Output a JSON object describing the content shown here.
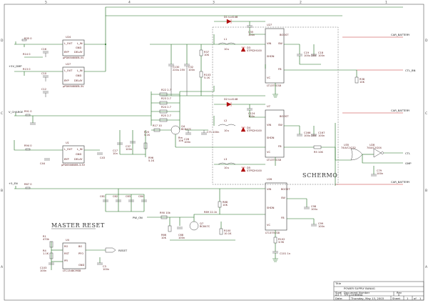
{
  "border": {
    "top_numbers": [
      "5",
      "4",
      "3",
      "2",
      "1"
    ],
    "side_letters": [
      "D",
      "C",
      "B",
      "A"
    ]
  },
  "regulators": [
    {
      "ref": "U24",
      "part": "μPD6508BEB-5V",
      "pins": [
        "L_OUT",
        "L_IN",
        "GND",
        "BYP",
        "DELAY"
      ]
    },
    {
      "ref": "U27",
      "part": "μPD6508BEB-3V",
      "pins": [
        "L_OUT",
        "L_IN",
        "GND",
        "BYP",
        "DELAY"
      ]
    },
    {
      "ref": "U1",
      "part": "μPD6508BEB-3.3V",
      "pins": [
        "L_OUT",
        "L_IN",
        "GND",
        "BYP",
        "DELAY"
      ]
    },
    {
      "ref": "U4",
      "part": "LTC1348CMS8",
      "pins": [
        "RO",
        "BO",
        "RST",
        "PFO",
        "PFI",
        "GND"
      ]
    }
  ],
  "switchers": [
    {
      "ref": "U27",
      "part": "LT1375CS8",
      "pins": [
        "BOOST",
        "VIN",
        "SHDN",
        "VC",
        "SW",
        "FB",
        "GND"
      ]
    },
    {
      "ref": "U7",
      "part": "LT1375CS8",
      "pins": [
        "BOOST",
        "VIN",
        "SHDN",
        "VC",
        "SW",
        "FB",
        "GND"
      ]
    },
    {
      "ref": "U26",
      "part": "LT1375CS8",
      "pins": [
        "BOOST",
        "VIN",
        "SHDN",
        "VC",
        "SW",
        "FB",
        "GND"
      ]
    }
  ],
  "diodes": [
    "D1 LL4148",
    "D2 LL4148",
    "D3",
    "D4"
  ],
  "net_labels": {
    "car_battery": "CAR_BATTERY",
    "ctl_bn": "CTL_BN",
    "v_charge": "V_CHARGE",
    "v5_en": "+5_EN",
    "v5_dmp": "+5V_DMP",
    "gnd": "GND",
    "ctl_out": "CTL",
    "reset": "RESET",
    "pw_on": "PW_ON"
  },
  "notes": {
    "master_reset": "MASTER RESET",
    "schermo": "SCHERMO"
  },
  "title_block": {
    "title_caption": "Title",
    "title": "POWER SUPPLY BANAG",
    "size_caption": "Size",
    "size": "A3",
    "doc_caption": "Document Number",
    "doc": "TPT-LGHBBNA",
    "rev_caption": "Rev",
    "rev": "0",
    "date_caption": "Date:",
    "date": "Thursday, May 13, 2003",
    "sheet_caption": "Sheet",
    "sheet": "1",
    "of_caption": "of",
    "sheets": "1"
  },
  "colors": {
    "wire": "#1c6b1c",
    "rail": "#c22a2a",
    "diode": "#b01010",
    "component": "#444444"
  }
}
